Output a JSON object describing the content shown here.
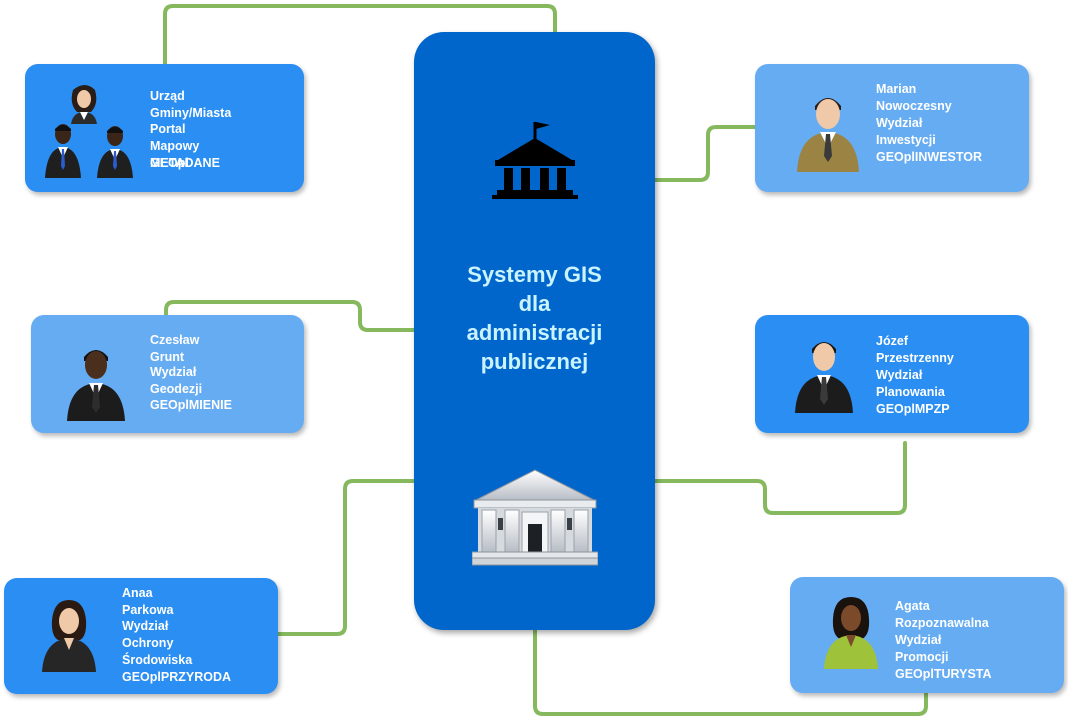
{
  "center": {
    "title": "Systemy GIS\ndla\nadministracji\npublicznej",
    "top_icon": "government-building-icon",
    "bottom_icon": "classical-building-icon"
  },
  "colors": {
    "center_bg": "#0066cc",
    "center_text": "#c9f3ff",
    "card_dark": "#2a8ef2",
    "card_light": "#66acf2",
    "connector": "#86b95d"
  },
  "cards": {
    "gmina": {
      "lines": [
        "Urząd Gminy/Miasta",
        "Portal Mapowy GEOpl",
        "METADANE"
      ],
      "icon": "people-group-icon"
    },
    "inwestycje": {
      "lines": [
        "Marian Nowoczesny",
        "Wydział Inwestycji",
        "GEOplINWESTOR"
      ],
      "icon": "man-tan-suit-icon"
    },
    "geodezja": {
      "lines": [
        "Czesław Grunt",
        "Wydział Geodezji",
        "GEOplMIENIE"
      ],
      "icon": "man-dark-suit-icon"
    },
    "planowanie": {
      "lines": [
        "Józef Przestrzenny",
        "Wydział Planowania",
        "GEOplMPZP"
      ],
      "icon": "man-dark-suit-icon"
    },
    "ochrona": {
      "lines": [
        "Anaa Parkowa",
        "Wydział Ochrony\nŚrodowiska",
        "GEOplPRZYRODA"
      ],
      "icon": "woman-dark-suit-icon"
    },
    "promocja": {
      "lines": [
        "Agata Rozpoznawalna",
        "Wydział Promocji",
        "GEOplTURYSTA"
      ],
      "icon": "woman-green-suit-icon"
    }
  }
}
